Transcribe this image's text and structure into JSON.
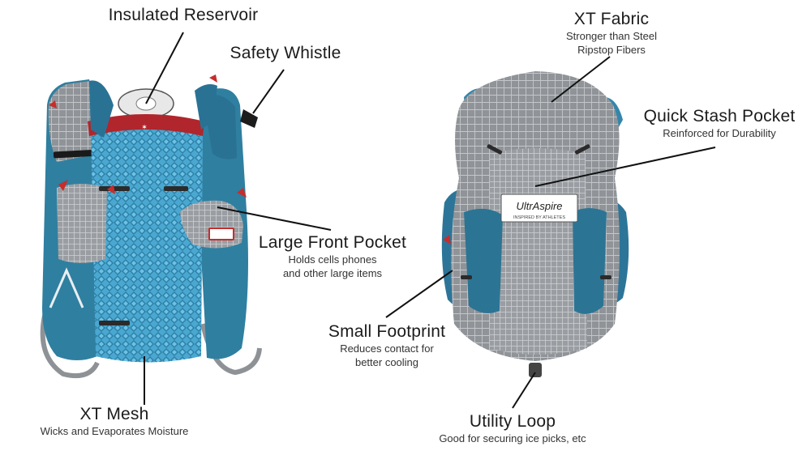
{
  "brand": {
    "logo_text": "UltrAspire",
    "logo_tagline": "INSPIRED BY ATHLETES"
  },
  "colors": {
    "vest_blue": "#2f7fa0",
    "mesh_blue": "#46a6cf",
    "ripstop_gray": "#8e9296",
    "accent_red": "#c62d2d",
    "leader_line": "#111111"
  },
  "callouts": [
    {
      "id": "insulated-reservoir",
      "title": "Insulated Reservoir",
      "subtitle": ""
    },
    {
      "id": "safety-whistle",
      "title": "Safety Whistle",
      "subtitle": ""
    },
    {
      "id": "large-front-pocket",
      "title": "Large Front Pocket",
      "subtitle": "Holds cells phones\nand other large items"
    },
    {
      "id": "xt-mesh",
      "title": "XT Mesh",
      "subtitle": "Wicks and Evaporates Moisture"
    },
    {
      "id": "xt-fabric",
      "title": "XT Fabric",
      "subtitle": "Stronger than Steel\nRipstop Fibers"
    },
    {
      "id": "quick-stash-pocket",
      "title": "Quick Stash Pocket",
      "subtitle": "Reinforced for Durability"
    },
    {
      "id": "small-footprint",
      "title": "Small Footprint",
      "subtitle": "Reduces contact for\nbetter cooling"
    },
    {
      "id": "utility-loop",
      "title": "Utility Loop",
      "subtitle": "Good for securing ice picks, etc"
    }
  ]
}
